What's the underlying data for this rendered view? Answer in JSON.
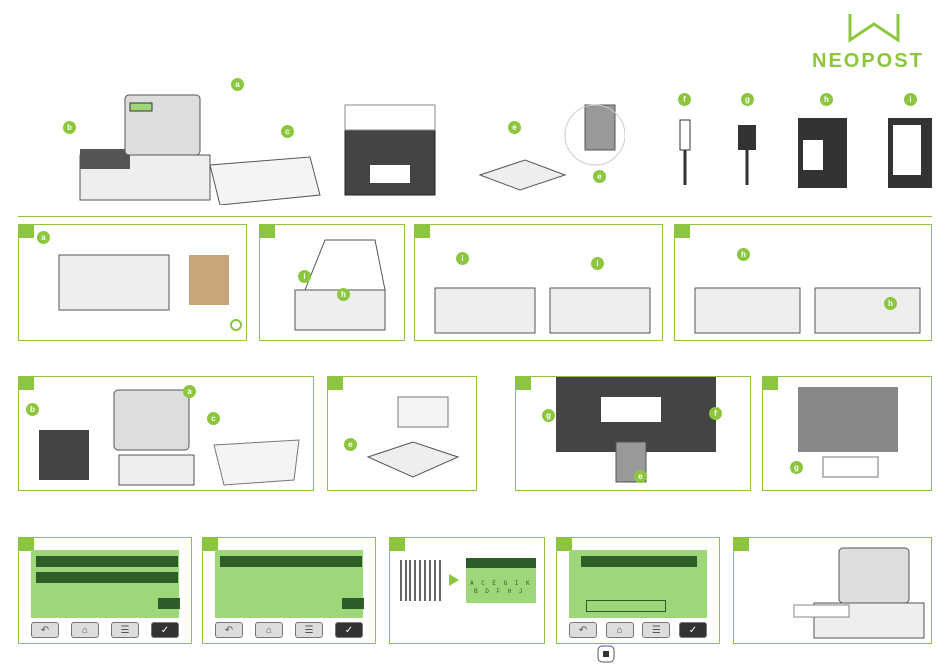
{
  "brand": {
    "name": "NEOPOST",
    "color": "#8cc63f"
  },
  "badges_top": [
    "a",
    "b",
    "c",
    "e",
    "e",
    "f",
    "g",
    "h",
    "i"
  ],
  "panel_badges": {
    "p1": "a",
    "p2": [
      "i",
      "h"
    ],
    "p3": [
      "i",
      "i"
    ],
    "p4": [
      "h",
      "h"
    ],
    "p5": [
      "a",
      "b",
      "c"
    ],
    "p6": "e",
    "p7": [
      "g",
      "f",
      "e"
    ],
    "p8": "g"
  },
  "screen_keys": {
    "row1": "A C E G I K",
    "row2": "B D F H J"
  },
  "icons": [
    "recycle-icon",
    "back-icon",
    "home-icon",
    "menu-icon",
    "ok-icon",
    "arrow-right-icon"
  ]
}
